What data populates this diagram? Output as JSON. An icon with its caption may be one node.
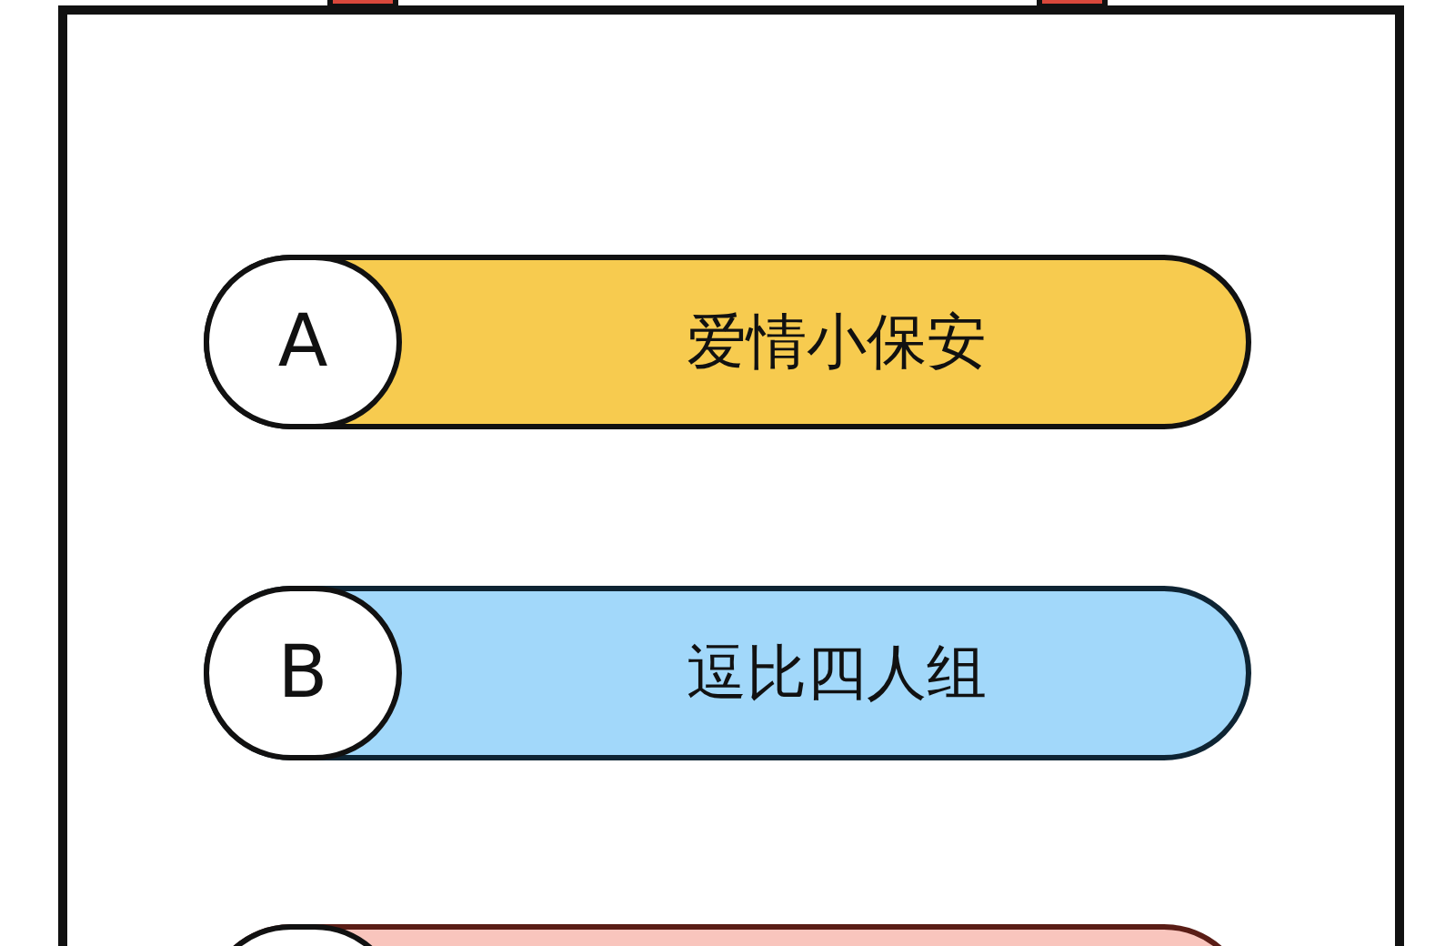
{
  "diagram": {
    "nodes": [
      {
        "text": [],
        "shape": "box"
      },
      {
        "text": [
          "A",
          "爱情小保安"
        ],
        "in": 0
      },
      {
        "text": [
          "B",
          "逗比四人组"
        ],
        "in": 0
      },
      {
        "text": [],
        "shape": "bar",
        "in": 0
      }
    ]
  }
}
